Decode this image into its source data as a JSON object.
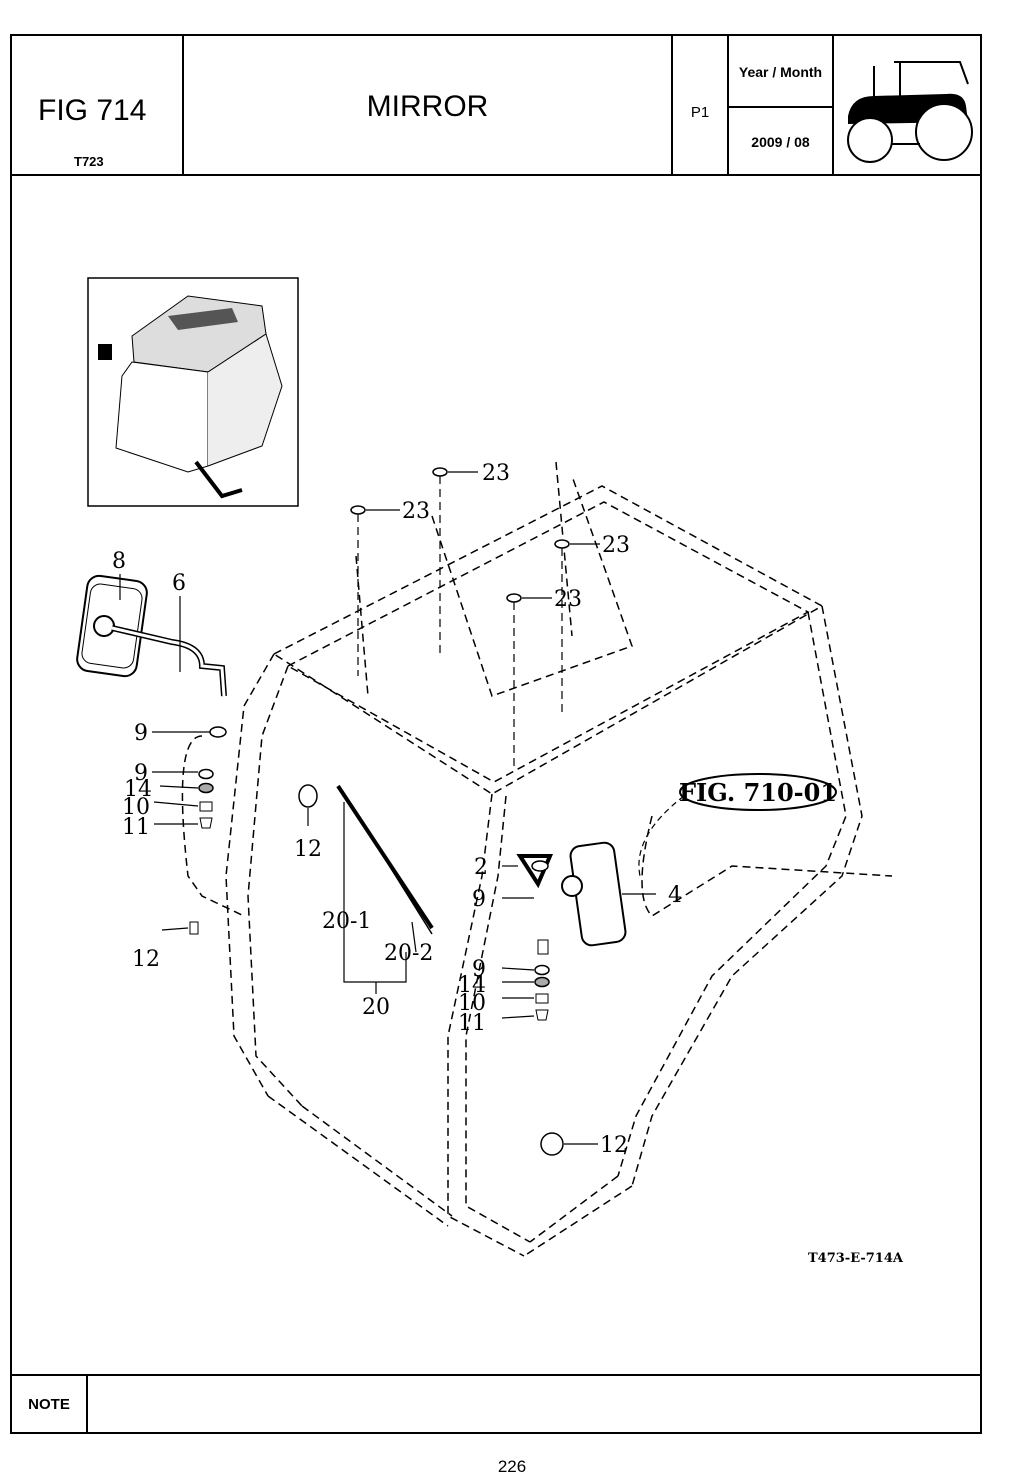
{
  "header": {
    "fig_number": "FIG 714",
    "model": "T723",
    "title": "MIRROR",
    "page_code": "P1",
    "year_month_label": "Year / Month",
    "year_month_value": "2009 / 08",
    "tractor_icon": "tractor-silhouette-icon"
  },
  "diagram": {
    "figure_reference": "FIG. 710-01",
    "drawing_code": "T473-E-714A",
    "callouts": {
      "c23a": "23",
      "c23b": "23",
      "c23c": "23",
      "c23d": "23",
      "c8": "8",
      "c6": "6",
      "c9a": "9",
      "c9b": "9",
      "c14a": "14",
      "c10a": "10",
      "c11a": "11",
      "c12a": "12",
      "c12b": "12",
      "c12c": "12",
      "c20_1": "20-1",
      "c20_2": "20-2",
      "c20": "20",
      "c2": "2",
      "c9c": "9",
      "c4": "4",
      "c9d": "9",
      "c14b": "14",
      "c10b": "10",
      "c11b": "11"
    }
  },
  "note": {
    "label": "NOTE",
    "value": ""
  },
  "footer": {
    "page_number": "226"
  }
}
